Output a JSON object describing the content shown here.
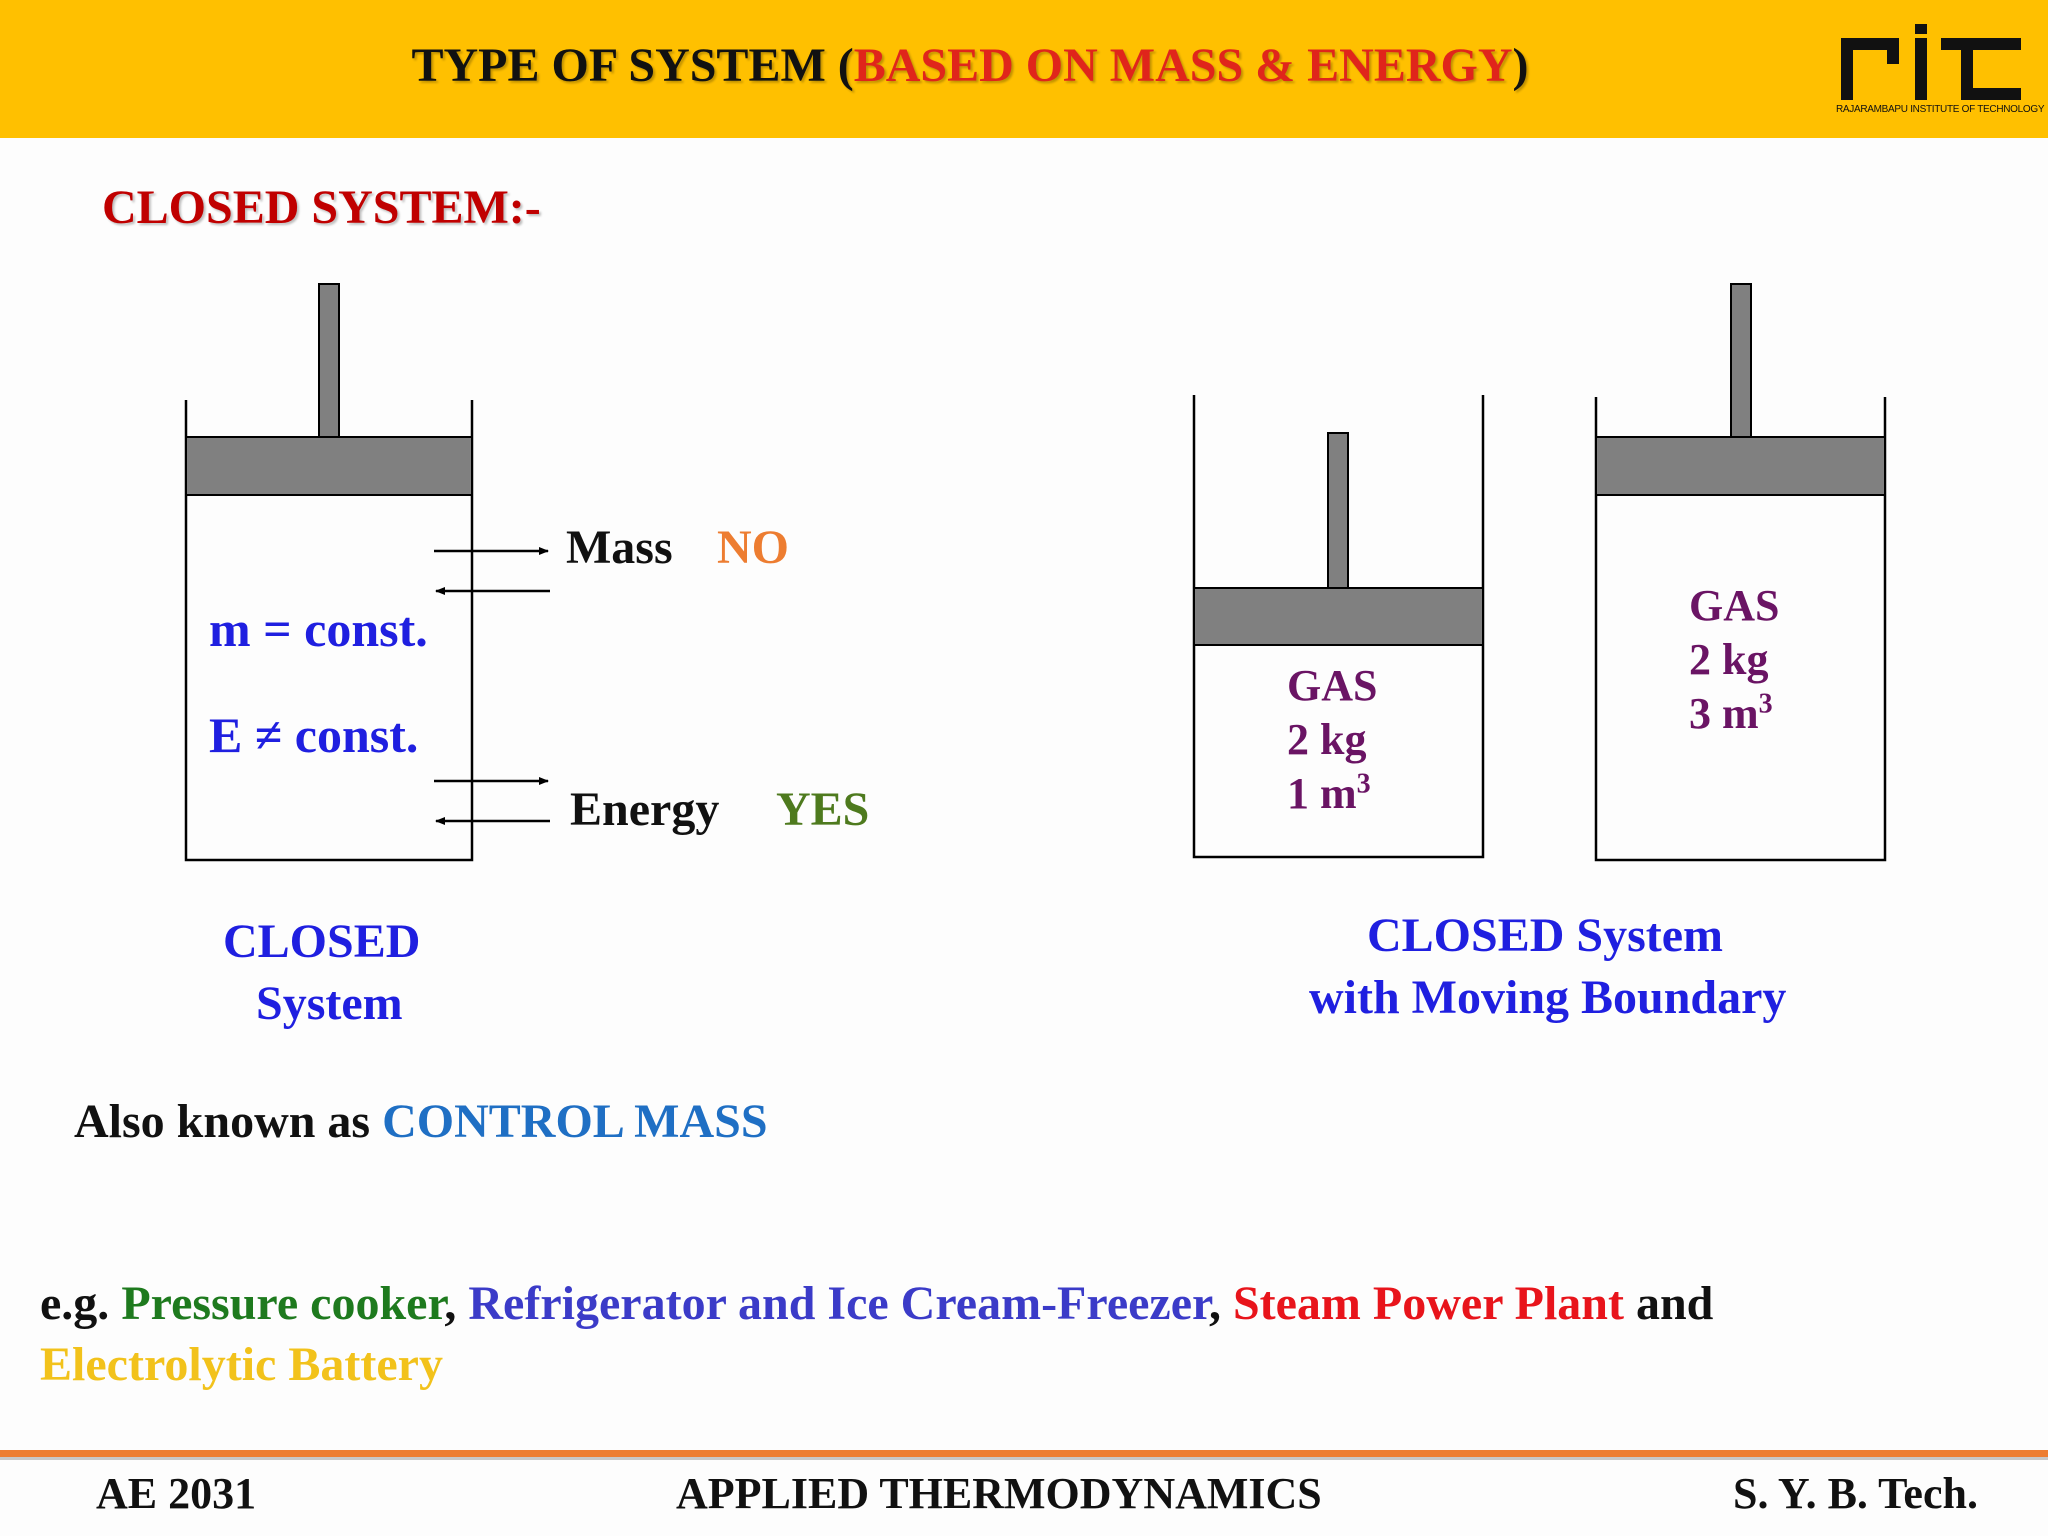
{
  "header": {
    "title_prefix": "TYPE OF SYSTEM (",
    "title_highlight": "BASED ON MASS & ENERGY",
    "title_suffix": ")",
    "logo_text": "rit",
    "logo_subtitle": "RAJARAMBAPU INSTITUTE OF TECHNOLOGY"
  },
  "section_heading": "CLOSED SYSTEM:-",
  "left_diagram": {
    "eq_mass": "m = const.",
    "eq_energy": "E ≠ const.",
    "mass_label": "Mass",
    "mass_value": "NO",
    "energy_label": "Energy",
    "energy_value": "YES",
    "caption_line1": "CLOSED",
    "caption_line2": "System"
  },
  "right_diagram": {
    "cylinder1": {
      "gas": "GAS",
      "mass": "2 kg",
      "volume": "1 m",
      "exp": "3"
    },
    "cylinder2": {
      "gas": "GAS",
      "mass": "2 kg",
      "volume": "3 m",
      "exp": "3"
    },
    "caption_line1": "CLOSED System",
    "caption_line2": "with Moving Boundary"
  },
  "also_known": {
    "prefix": "Also known as ",
    "term": "CONTROL MASS"
  },
  "examples": {
    "prefix": "e.g. ",
    "item1": "Pressure cooker",
    "sep1": ", ",
    "item2": "Refrigerator and Ice Cream-Freezer",
    "sep2": ", ",
    "item3": "Steam Power Plant",
    "sep3": " and",
    "item4": "Electrolytic Battery"
  },
  "footer": {
    "left": "AE 2031",
    "center": "APPLIED THERMODYNAMICS",
    "right": "S. Y. B. Tech."
  },
  "colors": {
    "banner": "#FFC000",
    "title_highlight": "#E0251B",
    "heading": "#C00000",
    "equation": "#1F1FE0",
    "no": "#ED7D31",
    "yes": "#4E7A1E",
    "gas_text": "#6A1464",
    "control_mass": "#1F6FC4",
    "example_green": "#1E7A1E",
    "example_blue": "#3B3BC8",
    "example_red": "#E8141B",
    "example_yellow": "#F2C21B",
    "piston": "#808080",
    "footer_line": "#ED7D31"
  }
}
